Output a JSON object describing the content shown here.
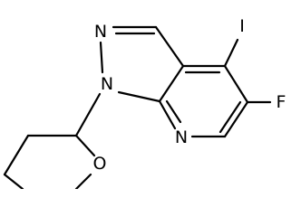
{
  "molecule": {
    "atoms": {
      "iodine": "I",
      "fluorine": "F",
      "pyrazole_n2": "N",
      "pyrazole_n1": "N",
      "pyridine_n": "N",
      "ring_oxygen": "O"
    }
  }
}
